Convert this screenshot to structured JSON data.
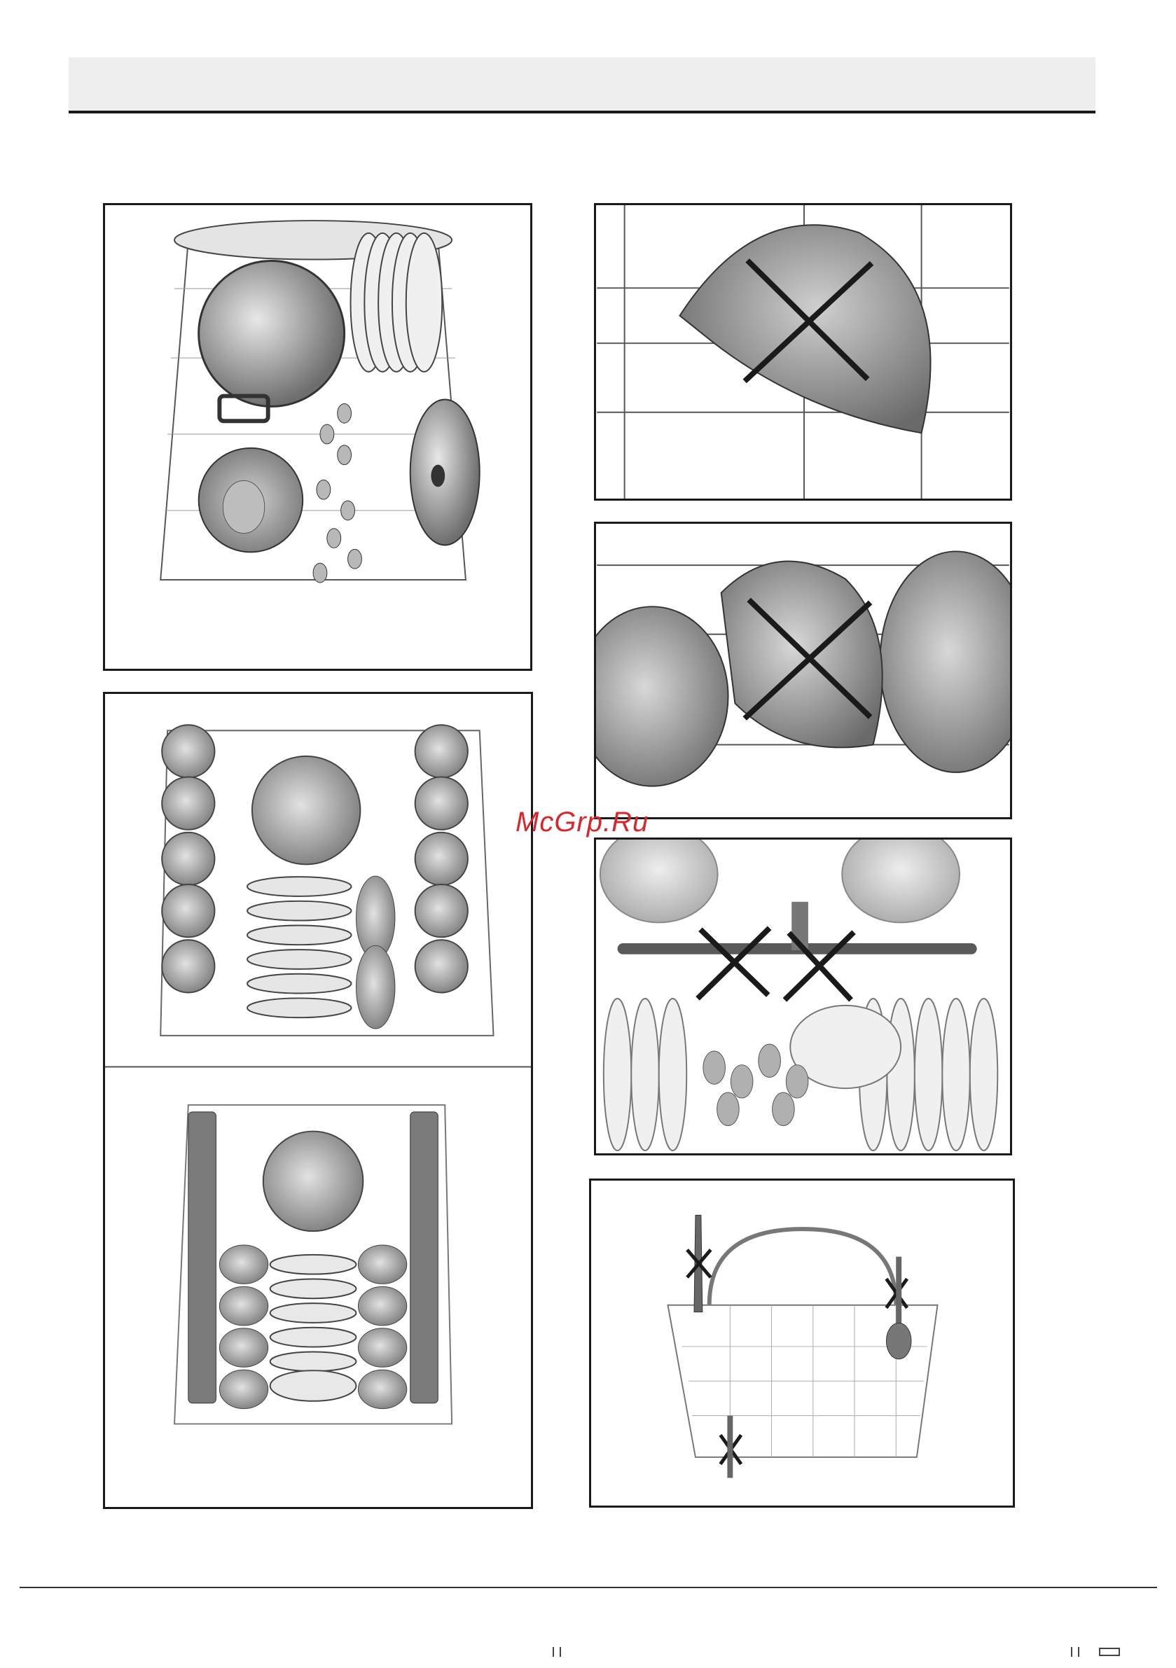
{
  "watermark": {
    "text": "McGrp.Ru"
  },
  "colors": {
    "rule": "#1a1a1a",
    "band": "#eeeeee",
    "watermark": "#d9262c",
    "dish": "#9a9a9a"
  },
  "figures": [
    {
      "id": "lower-basket-pots",
      "icon": "lower-basket-icon"
    },
    {
      "id": "upper-basket-cups",
      "icon": "upper-basket-icon"
    },
    {
      "id": "upper-basket-folding-racks",
      "icon": "folding-racks-icon"
    },
    {
      "id": "wrong-bowl-placement-1",
      "icon": "cross-mark-icon"
    },
    {
      "id": "wrong-bowl-placement-2",
      "icon": "cross-mark-icon"
    },
    {
      "id": "spray-arm-blocked",
      "icon": "cross-mark-icon"
    },
    {
      "id": "cutlery-basket-wrong",
      "icon": "cross-mark-icon"
    }
  ]
}
